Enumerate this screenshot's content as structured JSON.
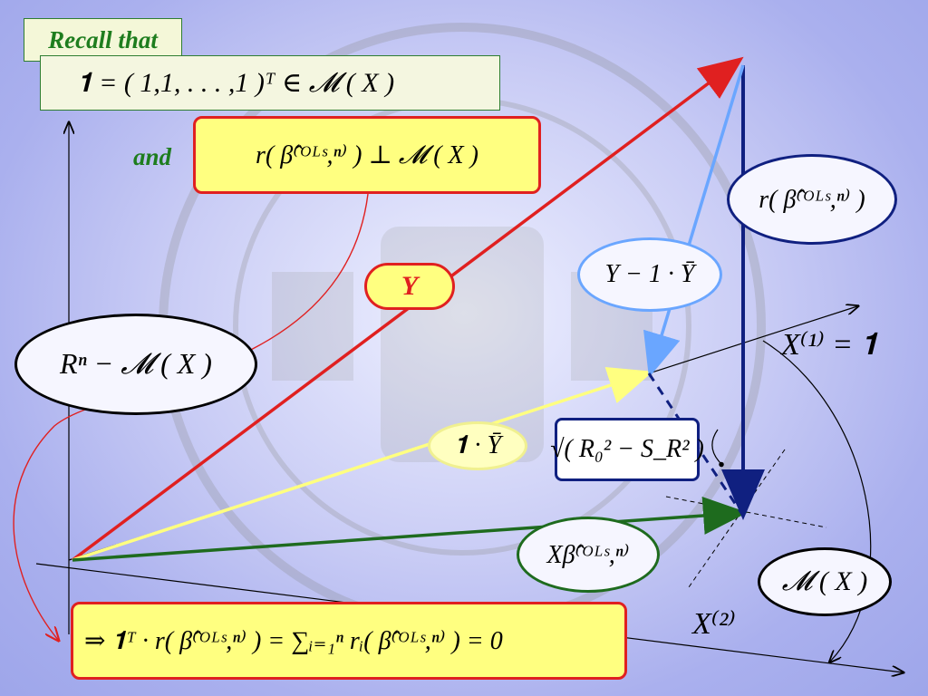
{
  "title": "Recall that",
  "formulas": {
    "one_in_space": "𝟏 = ( 1,1, . . . ,1 )ᵀ ∈ 𝓜 ( X )",
    "and_label": "and",
    "perp": "r( β̂⁽ᴼᴸˢ,ⁿ⁾ ) ⊥ 𝓜 ( X )",
    "conclusion": "⇒   𝟏ᵀ · r( β̂⁽ᴼᴸˢ,ⁿ⁾ ) = ∑ᵢ₌₁ⁿ rᵢ( β̂⁽ᴼᴸˢ,ⁿ⁾ ) = 0"
  },
  "labels": {
    "y": "Y",
    "rn_minus_mx": "Rⁿ − 𝓜 ( X )",
    "residual": "r( β̂⁽ᴼᴸˢ,ⁿ⁾ )",
    "y_minus_ybar": "Y − 1 · Ȳ",
    "one_ybar": "𝟏 · Ȳ",
    "sqrt_diff": "√( R₀² − S_R² )",
    "x_beta": "Xβ̂⁽ᴼᴸˢ,ⁿ⁾",
    "x1": "X⁽¹⁾ = 𝟏",
    "x2": "X⁽²⁾",
    "mx": "𝓜 ( X )",
    "right_angle_dot": "."
  },
  "colors": {
    "red": "#e02020",
    "yellow": "#ffff80",
    "green": "#1e6b1e",
    "navy": "#102080",
    "light_blue": "#6aa6ff",
    "title_green": "#1e7d1e"
  }
}
